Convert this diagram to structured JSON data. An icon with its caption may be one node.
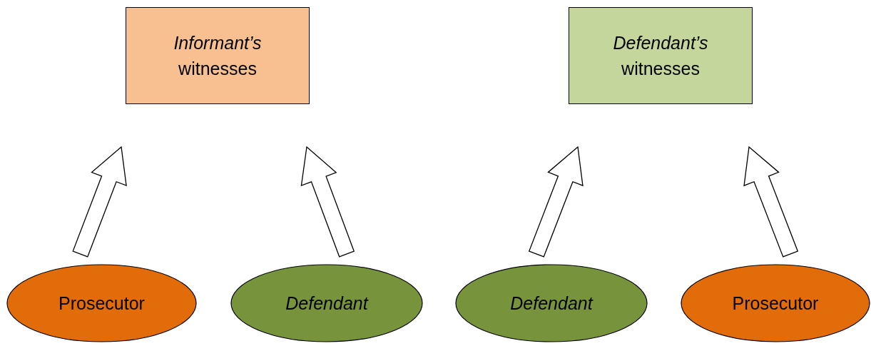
{
  "diagram": {
    "nodes": [
      {
        "text": [
          "*Informant’s* witnesses"
        ]
      },
      {
        "text": [
          "*Defendant’s* witnesses"
        ]
      },
      {
        "text": [
          "Prosecutor"
        ]
      },
      {
        "text": [
          "Defendant"
        ]
      },
      {
        "text": [
          "Defendant"
        ]
      },
      {
        "text": [
          "Prosecutor"
        ]
      }
    ],
    "edges": [
      {
        "from": 2,
        "to": 0,
        "arrow": "to"
      },
      {
        "from": 3,
        "to": 0,
        "arrow": "to"
      },
      {
        "from": 4,
        "to": 1,
        "arrow": "to"
      },
      {
        "from": 5,
        "to": 1,
        "arrow": "to"
      }
    ]
  }
}
